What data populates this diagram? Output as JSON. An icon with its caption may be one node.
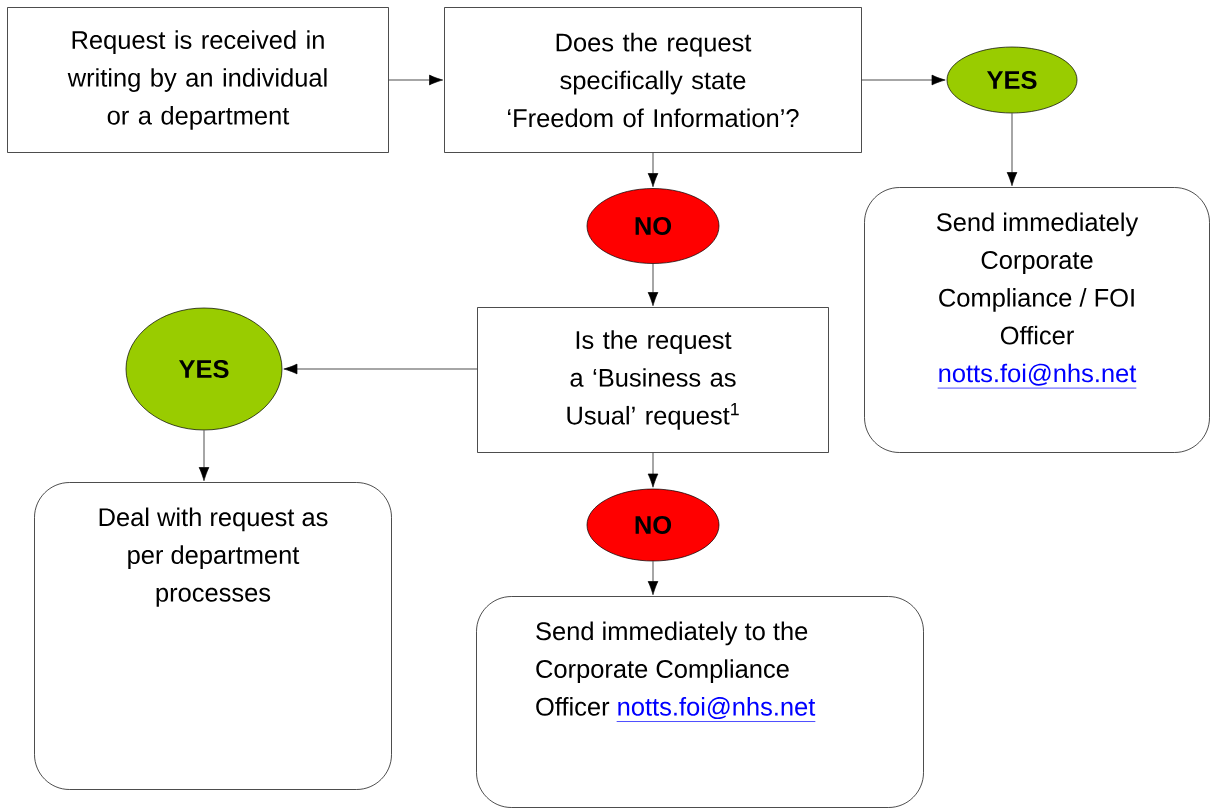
{
  "diagram": {
    "nodes": [
      {
        "text": [
          "Request is received in writing by an individual or a department"
        ]
      },
      {
        "text": [
          "Does the request specifically state ‘Freedom of Information’?"
        ]
      },
      {
        "text": [
          "YES"
        ]
      },
      {
        "text": [
          "NO"
        ]
      },
      {
        "text": [
          "Is the request a ‘Business as Usual’ request$^{1}$"
        ]
      },
      {
        "text": [
          "YES"
        ]
      },
      {
        "text": [
          "Send immediately Corporate Compliance / FOI Officer",
          "notts.foi@nhs.net"
        ]
      },
      {
        "text": [
          "NO"
        ]
      },
      {
        "text": [
          "Deal with request as per department processes"
        ]
      },
      {
        "text": [
          "Send immediately to the Corporate Compliance Officer",
          "notts.foi@nhs.net"
        ]
      }
    ],
    "edges": [
      {
        "from": 0,
        "to": 1,
        "arrow": "to"
      },
      {
        "from": 1,
        "to": 2,
        "arrow": "to"
      },
      {
        "from": 2,
        "to": 6,
        "arrow": "to"
      },
      {
        "from": 1,
        "to": 3,
        "arrow": "to"
      },
      {
        "from": 3,
        "to": 4,
        "arrow": "to"
      },
      {
        "from": 4,
        "to": 5,
        "arrow": "to"
      },
      {
        "from": 5,
        "to": 8,
        "arrow": "to"
      },
      {
        "from": 4,
        "to": 7,
        "arrow": "to"
      },
      {
        "from": 7,
        "to": 9,
        "arrow": "to"
      }
    ]
  }
}
